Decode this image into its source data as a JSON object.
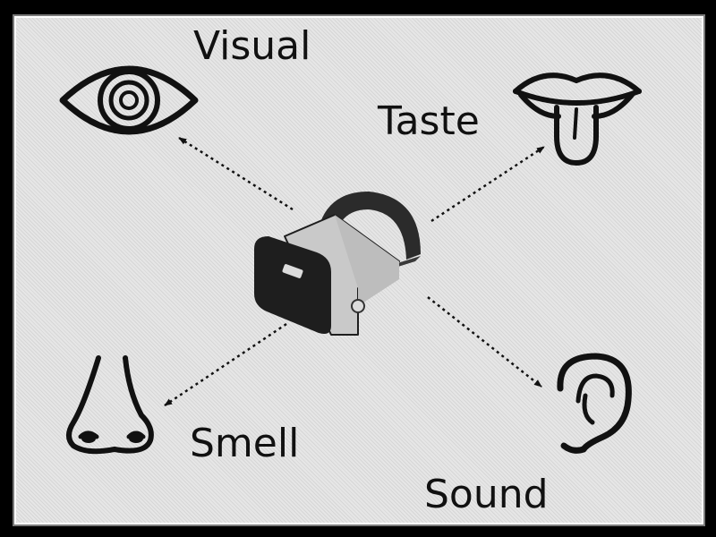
{
  "labels": {
    "visual": "Visual",
    "taste": "Taste",
    "smell": "Smell",
    "sound": "Sound"
  },
  "icons": {
    "center": "vr-headset-icon",
    "visual": "eye-icon",
    "taste": "mouth-tongue-icon",
    "smell": "nose-icon",
    "sound": "ear-icon"
  },
  "colors": {
    "frame": "#000000",
    "background": "#e6e6e6",
    "ink": "#111111",
    "headset_light": "#c9c9c9"
  }
}
